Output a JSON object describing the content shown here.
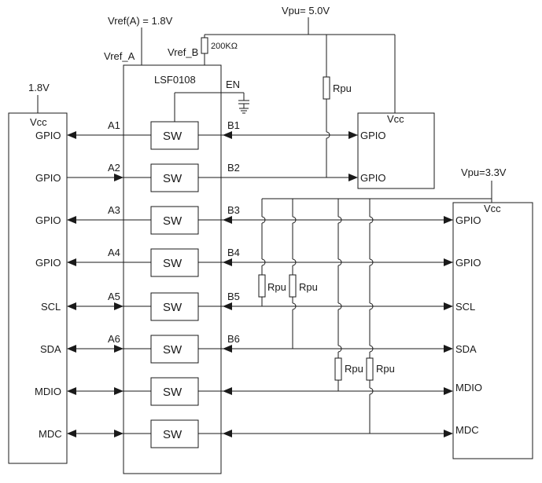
{
  "top_labels": {
    "vref_a": "Vref(A) = 1.8V",
    "vpu_5v": "Vpu= 5.0V",
    "vref_a_pin": "Vref_A",
    "vref_b_pin": "Vref_B",
    "res_200k": "200KΩ",
    "vpu_33v": "Vpu=3.3V"
  },
  "left_device": {
    "supply": "1.8V",
    "vcc": "Vcc",
    "pins": [
      "GPIO",
      "GPIO",
      "GPIO",
      "GPIO",
      "SCL",
      "SDA",
      "MDIO",
      "MDC"
    ]
  },
  "lsf": {
    "name": "LSF0108",
    "en": "EN",
    "switch_label": "SW",
    "a_pins": [
      "A1",
      "A2",
      "A3",
      "A4",
      "A5",
      "A6",
      "",
      ""
    ],
    "b_pins": [
      "B1",
      "B2",
      "B3",
      "B4",
      "B5",
      "B6",
      "",
      ""
    ]
  },
  "top_right_device": {
    "vcc": "Vcc",
    "pins": [
      "GPIO",
      "GPIO"
    ]
  },
  "bottom_right_device": {
    "vcc": "Vcc",
    "pins": [
      "GPIO",
      "GPIO",
      "SCL",
      "SDA",
      "MDIO",
      "MDC"
    ]
  },
  "resistors": {
    "rpu_5v": "Rpu",
    "rpu_scl": "Rpu",
    "rpu_sda": "Rpu",
    "rpu_mdio": "Rpu",
    "rpu_mdc": "Rpu"
  }
}
